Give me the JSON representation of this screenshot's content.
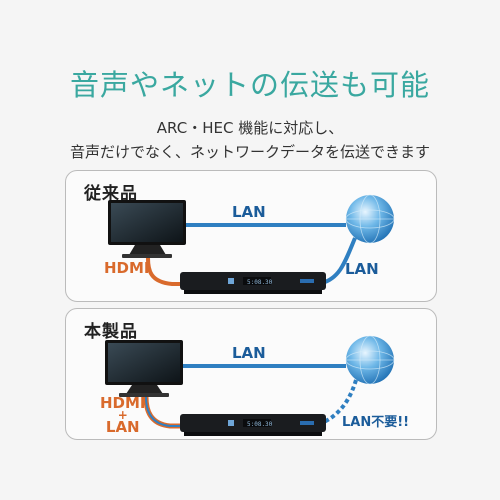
{
  "title": "音声やネットの伝送も可能",
  "subtitle": {
    "line1": "ARC・HEC 機能に対応し、",
    "line2": "音声だけでなく、ネットワークデータを伝送できます"
  },
  "panels": [
    {
      "label": "従来品",
      "lan_top": "LAN",
      "lan_bottom": "LAN",
      "hdmi": "HDMI"
    },
    {
      "label": "本製品",
      "lan_top": "LAN",
      "lan_bottom": "LAN不要!!",
      "hdmi_line1": "HDMI",
      "hdmi_plus": "+",
      "hdmi_line2": "LAN"
    }
  ],
  "device_display": "5:08.30",
  "colors": {
    "title": "#3aa8a0",
    "lan_cable": "#2f7fc1",
    "hdmi_cable": "#d96a2c",
    "globe": "#3b8fd0"
  }
}
